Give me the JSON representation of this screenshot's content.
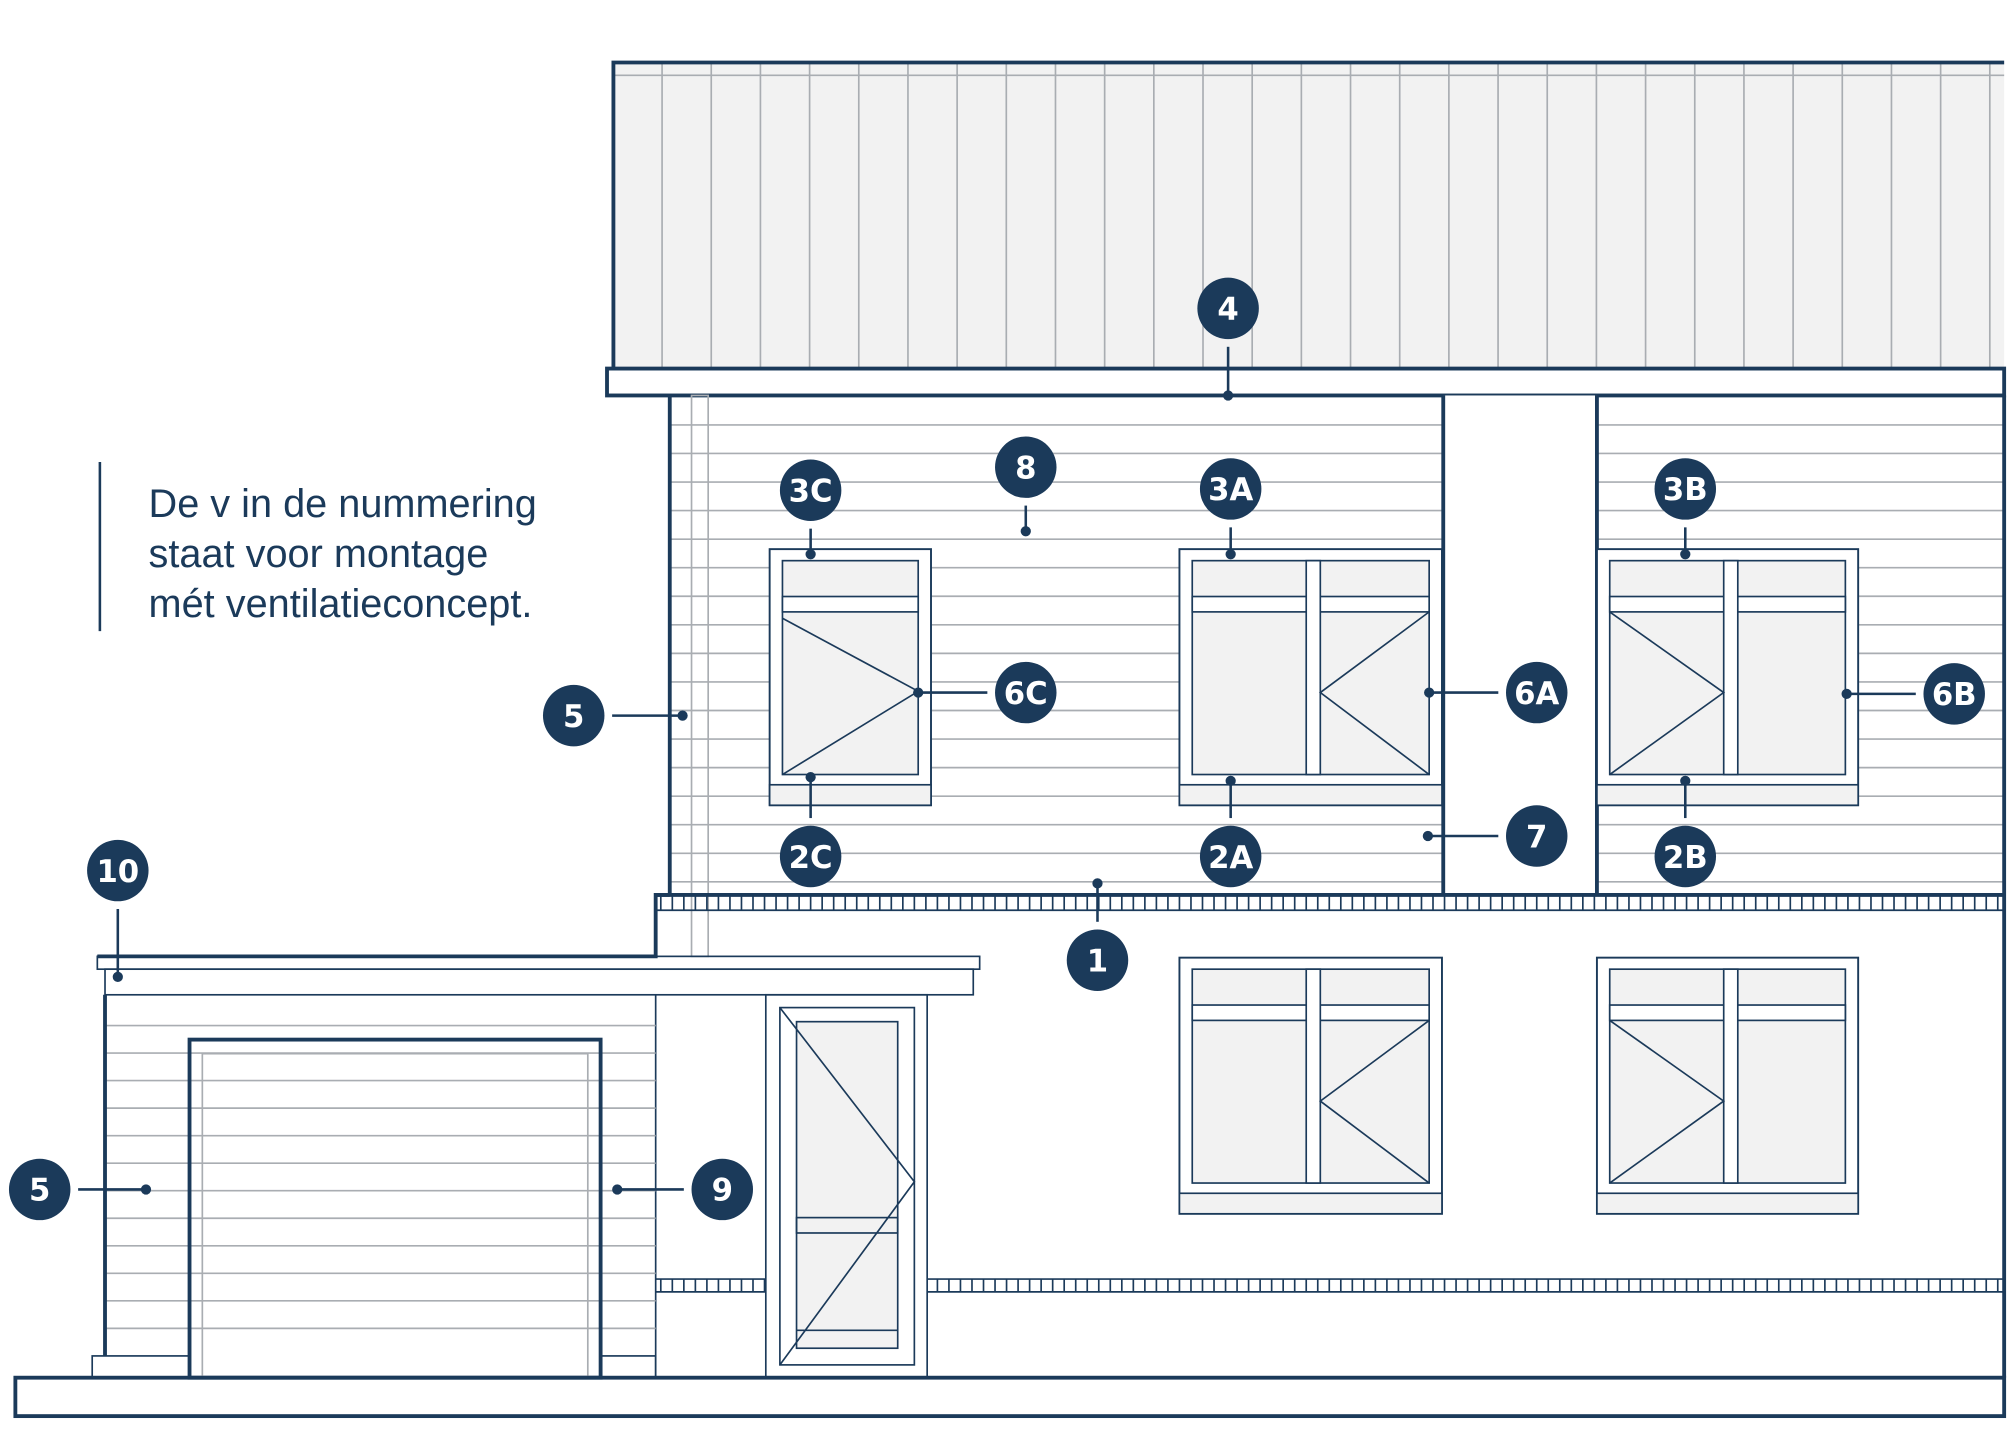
{
  "note": {
    "lines": [
      "De v in de nummering",
      "staat voor montage",
      "mét ventilatieconcept."
    ]
  },
  "badges": {
    "b4": "4",
    "b8": "8",
    "b3c": "3C",
    "b3a": "3A",
    "b3b": "3B",
    "b6c": "6C",
    "b6a": "6A",
    "b6b": "6B",
    "b5a": "5",
    "b7": "7",
    "b2c": "2C",
    "b2a": "2A",
    "b2b": "2B",
    "b10": "10",
    "b1": "1",
    "b5b": "5",
    "b9": "9"
  },
  "colors": {
    "navy": "#1b3a5a",
    "panel": "#f2f2f2",
    "siding": "#a9adb2"
  }
}
